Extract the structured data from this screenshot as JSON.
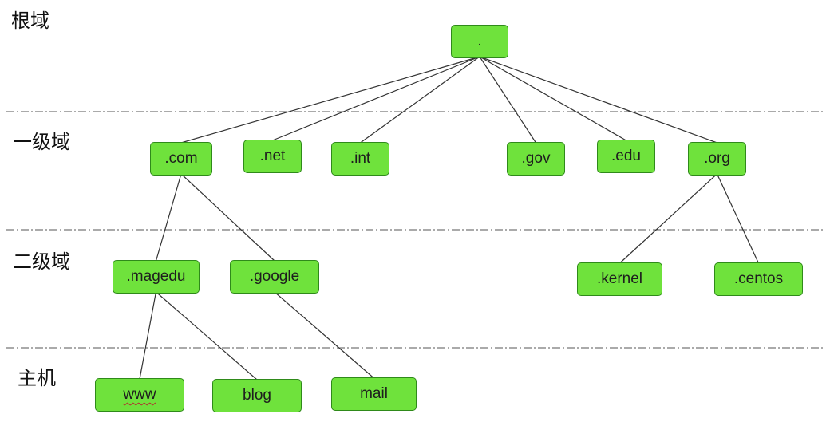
{
  "levels": {
    "root": "根域",
    "tld": "一级域",
    "sld": "二级域",
    "host": "主机"
  },
  "nodes": {
    "root": ".",
    "com": ".com",
    "net": ".net",
    "int": ".int",
    "gov": ".gov",
    "edu": ".edu",
    "org": ".org",
    "magedu": ".magedu",
    "google": ".google",
    "kernel": ".kernel",
    "centos": ".centos",
    "www": "www",
    "blog": "blog",
    "mail": "mail"
  },
  "edges": [
    [
      "root",
      "com"
    ],
    [
      "root",
      "net"
    ],
    [
      "root",
      "int"
    ],
    [
      "root",
      "gov"
    ],
    [
      "root",
      "edu"
    ],
    [
      "root",
      "org"
    ],
    [
      "com",
      "magedu"
    ],
    [
      "com",
      "google"
    ],
    [
      "org",
      "kernel"
    ],
    [
      "org",
      "centos"
    ],
    [
      "magedu",
      "www"
    ],
    [
      "magedu",
      "blog"
    ],
    [
      "google",
      "mail"
    ]
  ],
  "colors": {
    "node_fill": "#6fe23c",
    "node_border": "#2f8a1a",
    "edge": "#333333",
    "separator": "#555555"
  }
}
